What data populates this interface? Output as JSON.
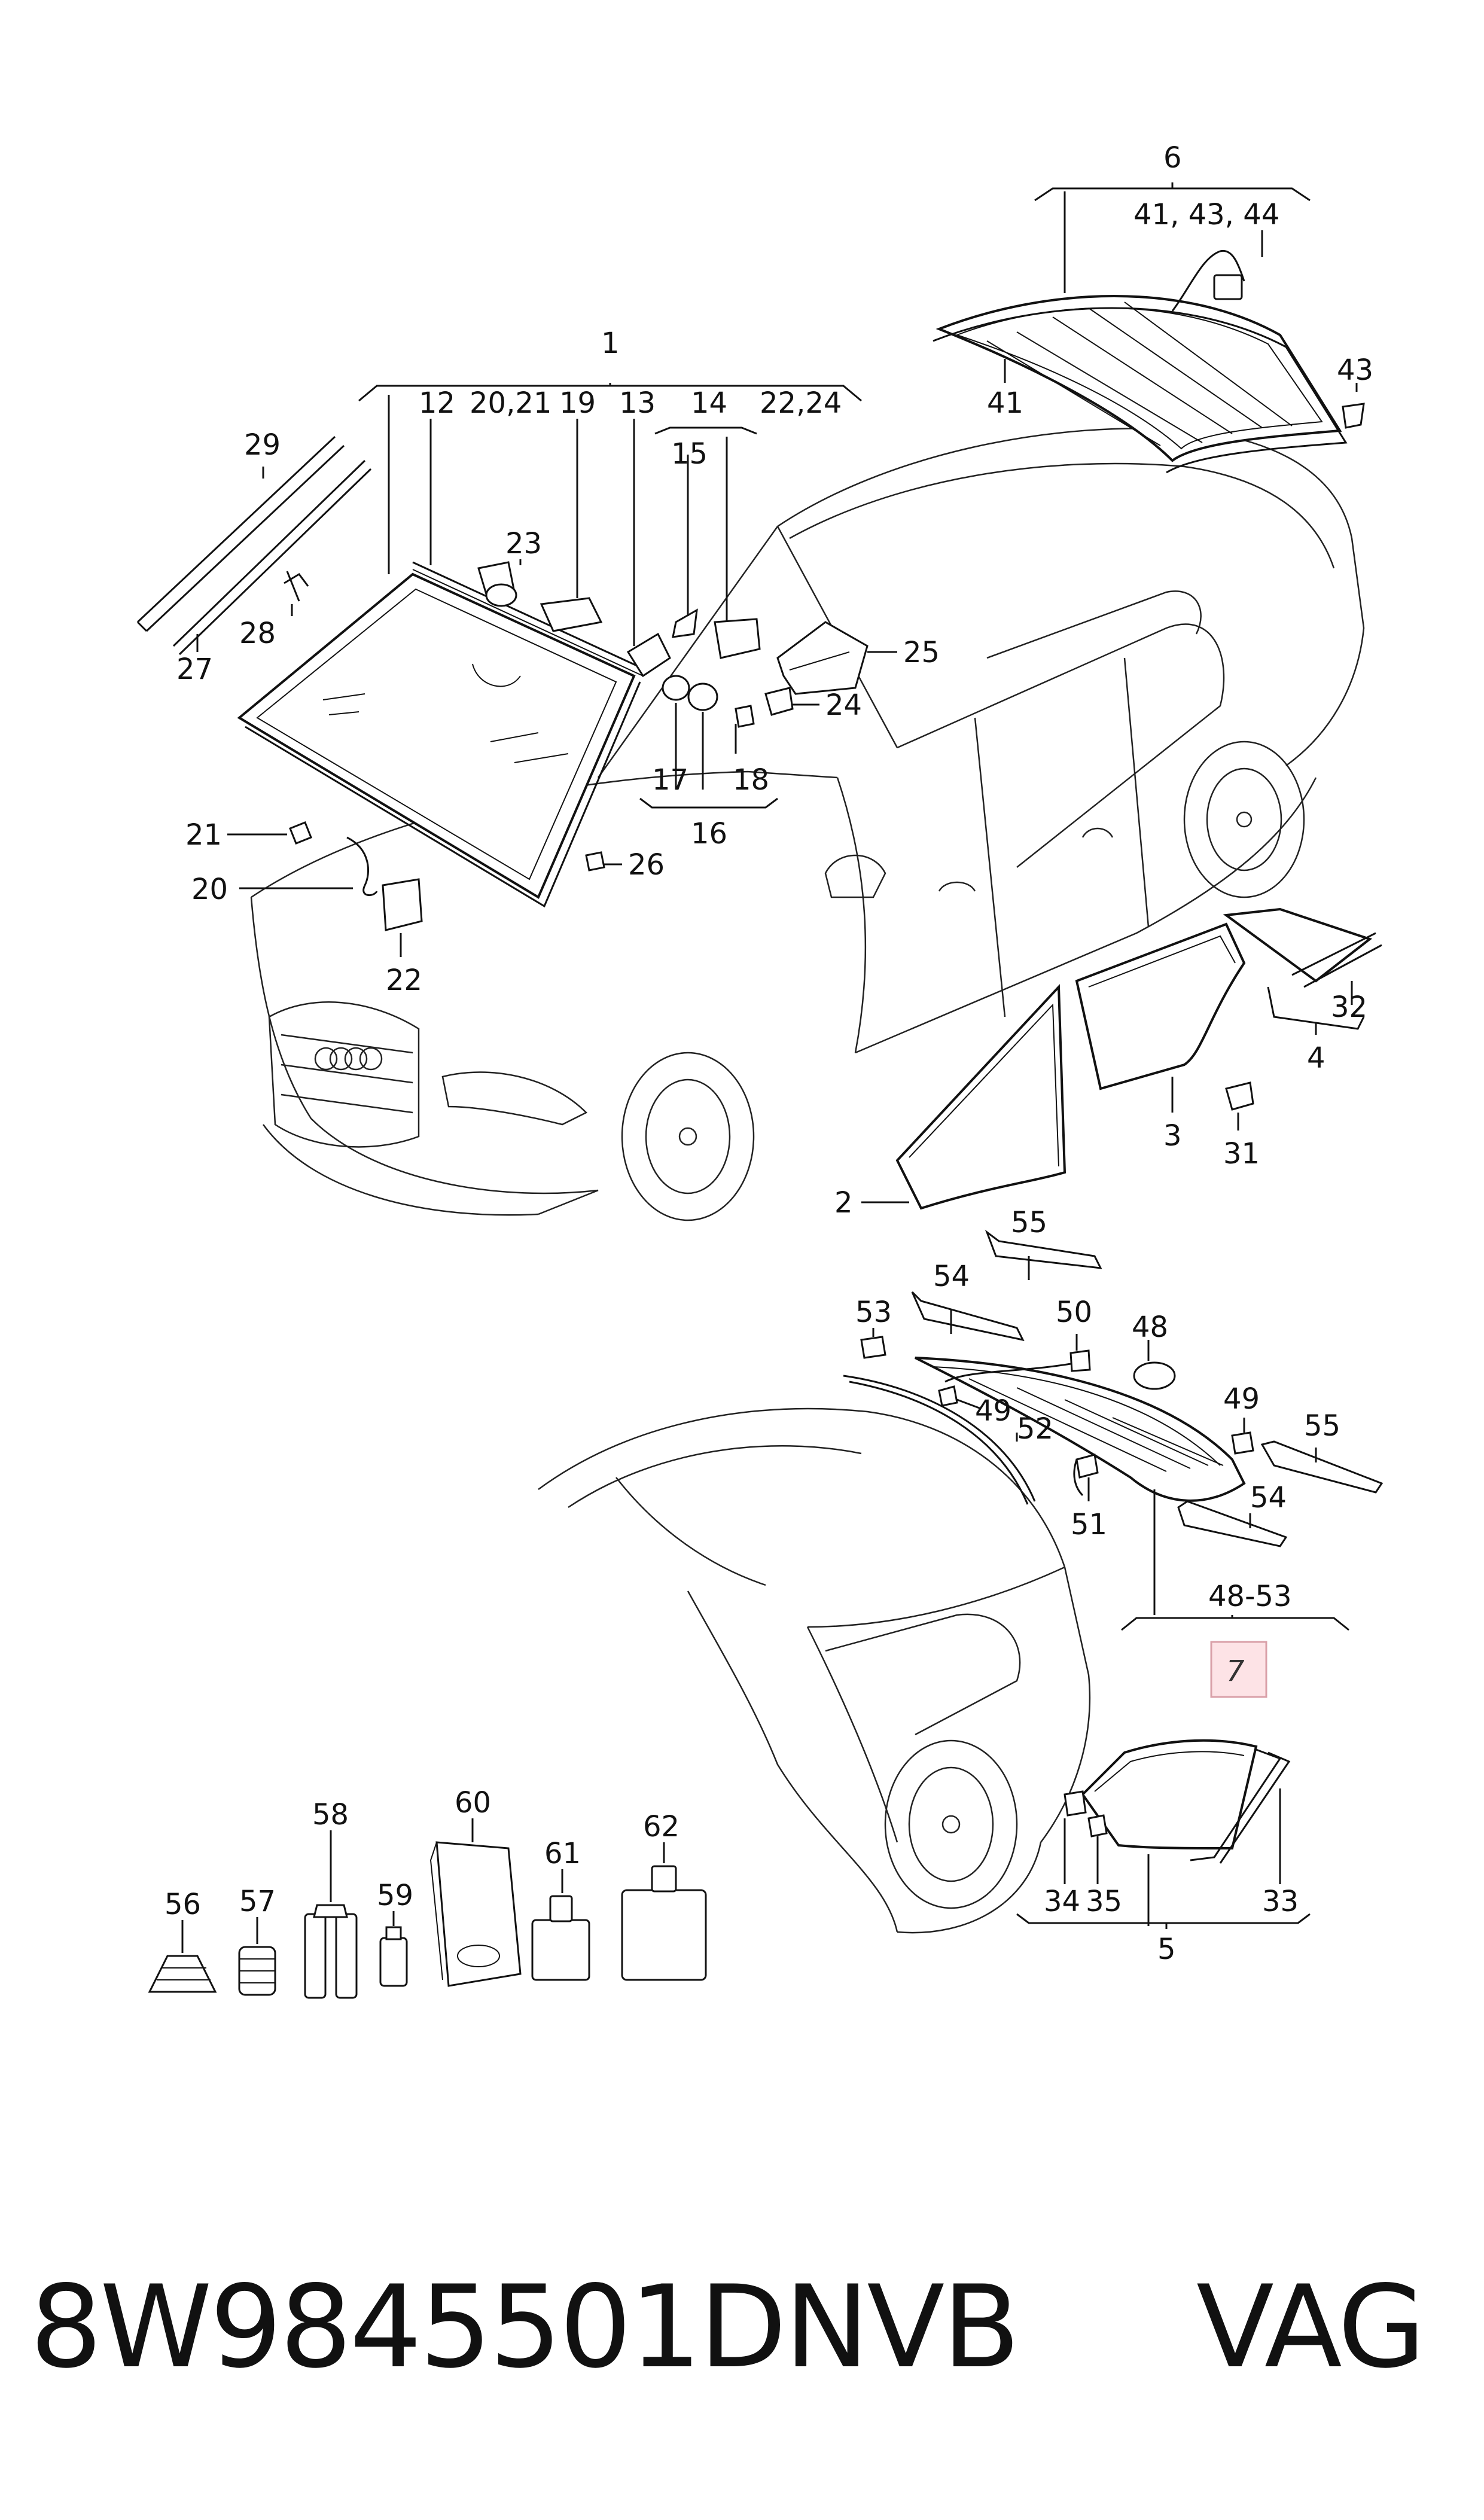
{
  "diagram": {
    "callouts": {
      "c1": "1",
      "c2": "2",
      "c3": "3",
      "c4": "4",
      "c5": "5",
      "c6": "6",
      "c7": "7",
      "c6_sub": "41, 43, 44",
      "c1_sub_12": "12",
      "c1_sub_2021": "20,21",
      "c1_sub_19": "19",
      "c1_sub_13": "13",
      "c1_sub_14": "14",
      "c1_sub_2224": "22,24",
      "c15": "15",
      "c16": "16",
      "c17": "17",
      "c18": "18",
      "c20": "20",
      "c21": "21",
      "c22": "22",
      "c23": "23",
      "c24": "24",
      "c25": "25",
      "c26": "26",
      "c27": "27",
      "c28": "28",
      "c29": "29",
      "c31": "31",
      "c32": "32",
      "c33": "33",
      "c34": "34",
      "c35": "35",
      "c41": "41",
      "c43": "43",
      "c48": "48",
      "c49a": "49",
      "c49b": "49",
      "c50": "50",
      "c51": "51",
      "c52": "52",
      "c53": "53",
      "c54a": "54",
      "c54b": "54",
      "c55a": "55",
      "c55b": "55",
      "c4853": "48-53",
      "c56": "56",
      "c57": "57",
      "c58": "58",
      "c59": "59",
      "c60": "60",
      "c61": "61",
      "c62": "62"
    }
  },
  "footer": {
    "part_number": "8W9845501DNVB",
    "brand": "VAG"
  },
  "colors": {
    "line": "#111111",
    "highlight_fill": "#fde3e6",
    "highlight_border": "#d9a0a8"
  }
}
